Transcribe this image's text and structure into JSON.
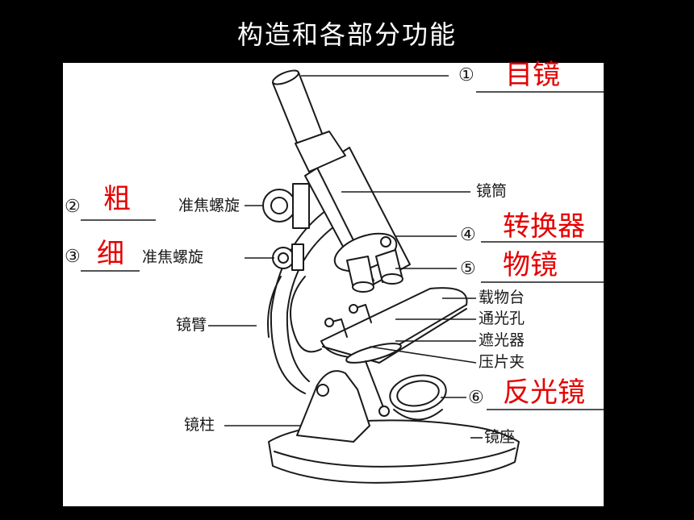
{
  "title": "构造和各部分功能",
  "colors": {
    "background": "#000000",
    "panel": "#ffffff",
    "answer": "#e60000",
    "line": "#1a1a1a"
  },
  "numbers": [
    "①",
    "②",
    "③",
    "④",
    "⑤",
    "⑥"
  ],
  "answers": {
    "a1": "目镜",
    "a2": "粗",
    "a3": "细",
    "a4": "转换器",
    "a5": "物镜",
    "a6": "反光镜"
  },
  "labels": {
    "tube": "镜筒",
    "focus2": "准焦螺旋",
    "focus3": "准焦螺旋",
    "arm": "镜臂",
    "stage": "载物台",
    "hole": "通光孔",
    "diaphragm": "遮光器",
    "clip": "压片夹",
    "pillar": "镜柱",
    "base": "镜座"
  }
}
